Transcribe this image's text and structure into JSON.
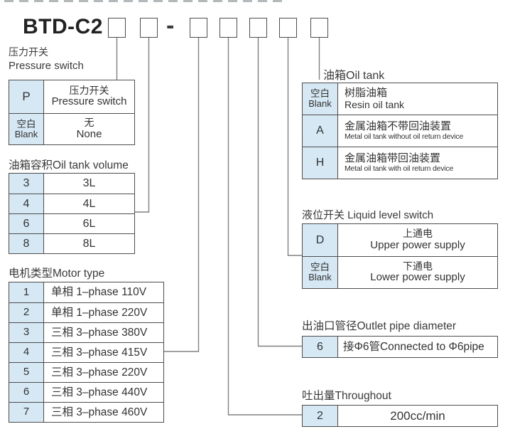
{
  "colors": {
    "code_cell_bg": "#d5e8f3",
    "table_border": "#4d4d4d",
    "connector_line": "#808080",
    "text": "#333333"
  },
  "model": {
    "prefix": "BTD-C2",
    "separator": "-"
  },
  "sections": {
    "pressure_switch": {
      "title_cn": "压力开关",
      "title_en": "Pressure switch",
      "rows": [
        {
          "code": "P",
          "code_sub": "",
          "value_cn": "压力开关",
          "value_en": "Pressure switch"
        },
        {
          "code": "空白",
          "code_sub": "Blank",
          "value_cn": "无",
          "value_en": "None"
        }
      ]
    },
    "oil_tank_volume": {
      "title": "油箱容积Oil tank volume",
      "rows": [
        {
          "code": "3",
          "value": "3L"
        },
        {
          "code": "4",
          "value": "4L"
        },
        {
          "code": "6",
          "value": "6L"
        },
        {
          "code": "8",
          "value": "8L"
        }
      ]
    },
    "motor_type": {
      "title": "电机类型Motor type",
      "rows": [
        {
          "code": "1",
          "value": "单相 1–phase 110V"
        },
        {
          "code": "2",
          "value": "单相 1–phase 220V"
        },
        {
          "code": "3",
          "value": "三相 3–phase 380V"
        },
        {
          "code": "4",
          "value": "三相 3–phase 415V"
        },
        {
          "code": "5",
          "value": "三相 3–phase 220V"
        },
        {
          "code": "6",
          "value": "三相 3–phase 440V"
        },
        {
          "code": "7",
          "value": "三相 3–phase 460V"
        }
      ]
    },
    "oil_tank": {
      "title": "油箱Oil tank",
      "rows": [
        {
          "code": "空白",
          "code_sub": "Blank",
          "value_cn": "树脂油箱",
          "value_en": "Resin oil tank"
        },
        {
          "code": "A",
          "code_sub": "",
          "value_cn": "金属油箱不带回油装置",
          "value_en": "Metal oil tank without oil return device"
        },
        {
          "code": "H",
          "code_sub": "",
          "value_cn": "金属油箱带回油装置",
          "value_en": "Metal oil tank with oil return device"
        }
      ]
    },
    "liquid_level_switch": {
      "title": "液位开关 Liquid level switch",
      "rows": [
        {
          "code": "D",
          "code_sub": "",
          "value_cn": "上通电",
          "value_en": "Upper power supply"
        },
        {
          "code": "空白",
          "code_sub": "Blank",
          "value_cn": "下通电",
          "value_en": "Lower power supply"
        }
      ]
    },
    "outlet_pipe": {
      "title": "出油口管径Outlet pipe diameter",
      "rows": [
        {
          "code": "6",
          "value": "接Φ6管Connected to Φ6pipe"
        }
      ]
    },
    "throughput": {
      "title": "吐出量Throughout",
      "rows": [
        {
          "code": "2",
          "value": "200cc/min"
        }
      ]
    }
  }
}
